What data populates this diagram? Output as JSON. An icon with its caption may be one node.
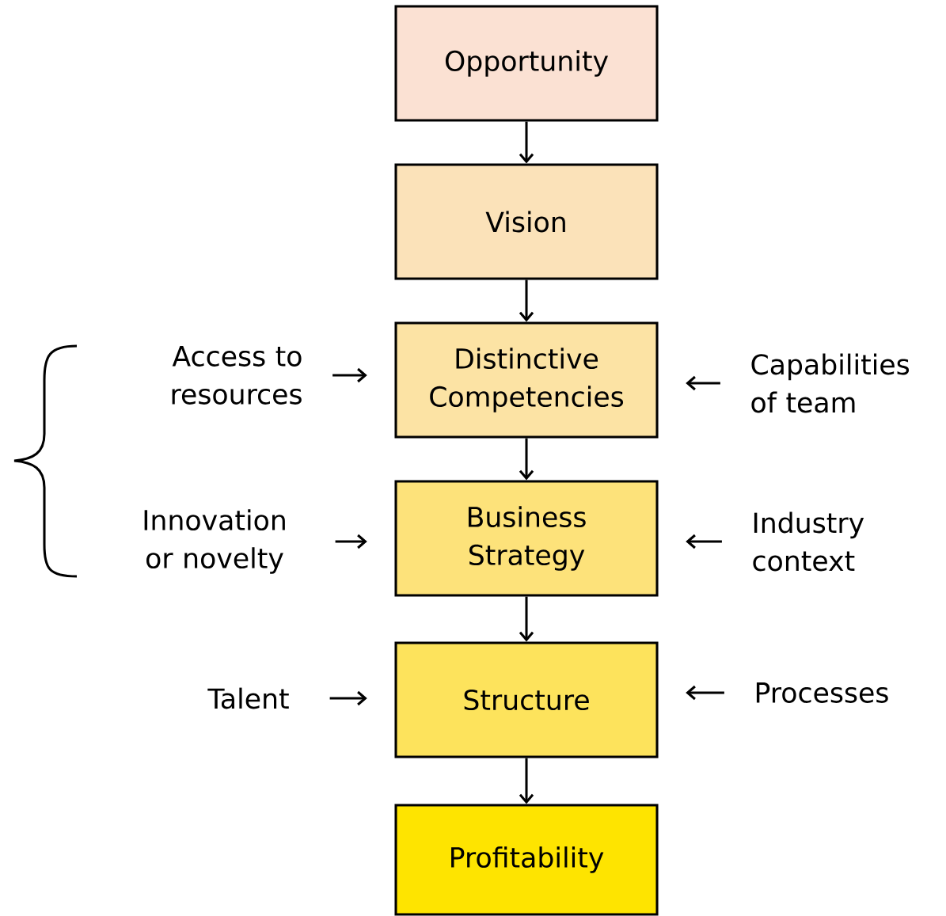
{
  "diagram": {
    "nodes": [
      {
        "text": [
          "Opportunity"
        ]
      },
      {
        "text": [
          "Vision"
        ]
      },
      {
        "text": [
          "Access to resources"
        ]
      },
      {
        "text": [
          "Distinctive Competencies"
        ]
      },
      {
        "text": [
          "Capabilities of team"
        ]
      },
      {
        "text": [
          "Innovation or novelty"
        ]
      },
      {
        "text": [
          "Business Strategy"
        ]
      },
      {
        "text": [
          "Industry context"
        ]
      },
      {
        "text": [
          "Talent"
        ]
      },
      {
        "text": [
          "Structure"
        ]
      },
      {
        "text": [
          "Processes"
        ]
      },
      {
        "text": [
          "Profitability"
        ]
      }
    ],
    "edges": [
      {
        "from": 0,
        "to": 1,
        "arrow": "to"
      },
      {
        "from": 1,
        "to": 3,
        "arrow": "to"
      },
      {
        "from": 2,
        "to": 3,
        "arrow": "to"
      },
      {
        "from": 4,
        "to": 3,
        "arrow": "to"
      },
      {
        "from": 3,
        "to": 6,
        "arrow": "to"
      },
      {
        "from": 5,
        "to": 6,
        "arrow": "to"
      },
      {
        "from": 7,
        "to": 6,
        "arrow": "to"
      },
      {
        "from": 6,
        "to": 9,
        "arrow": "to"
      },
      {
        "from": 8,
        "to": 9,
        "arrow": "to"
      },
      {
        "from": 10,
        "to": 9,
        "arrow": "to"
      },
      {
        "from": 9,
        "to": 11,
        "arrow": "to"
      }
    ]
  }
}
